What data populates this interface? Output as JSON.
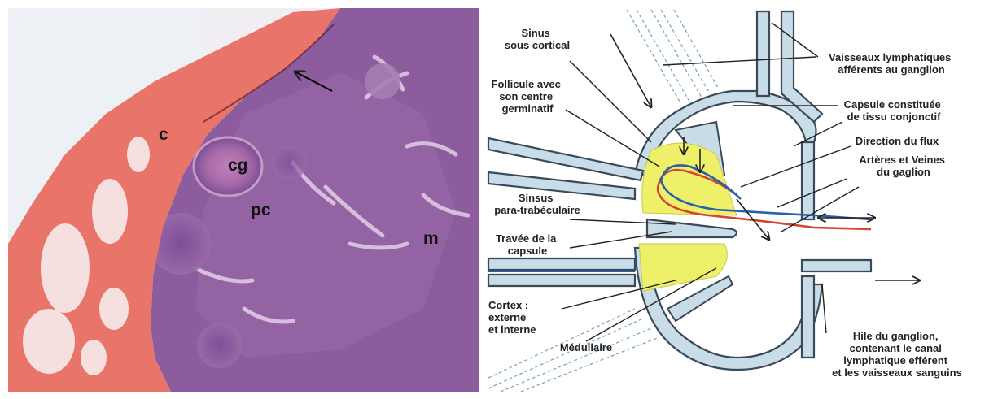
{
  "micrograph": {
    "labels": {
      "capsule": "c",
      "germinal_center": "cg",
      "paracortex": "pc",
      "medulla": "m"
    }
  },
  "diagram": {
    "labels": {
      "sinus_sous_cortical": [
        "Sinus",
        "sous cortical"
      ],
      "vaisseaux_afferents": [
        "Vaisseaux lymphatiques",
        "afférents au ganglion"
      ],
      "follicule": [
        "Follicule avec",
        "son centre",
        "germinatif"
      ],
      "capsule_constituee": [
        "Capsule constituée",
        "de tissu conjonctif"
      ],
      "direction_flux": [
        "Direction du flux"
      ],
      "arteres_veines": [
        "Artères et Veines",
        "du gaglion"
      ],
      "sinus_para": [
        "Sinsus",
        "para-trabéculaire"
      ],
      "travee": [
        "Travée de la",
        "capsule"
      ],
      "cortex": [
        "Cortex :",
        "externe",
        "et interne"
      ],
      "medullaire": [
        "Médullaire"
      ],
      "hile": [
        "Hile du ganglion,",
        "contenant le canal",
        "lymphatique efférent",
        "et les vaisseaux sanguins"
      ]
    },
    "colors": {
      "vessel_fill": "#c9dde8",
      "vessel_stroke": "#3a4a5a",
      "follicle": "#eef06a",
      "artery": "#d2452f",
      "vein": "#2a5fb0",
      "dashed_vessel": "#7fa6c6"
    }
  },
  "colors": {
    "capsule_pink": "#e9756a",
    "tissue_purple": "#8c5a9e",
    "background_white": "#ffffff"
  }
}
